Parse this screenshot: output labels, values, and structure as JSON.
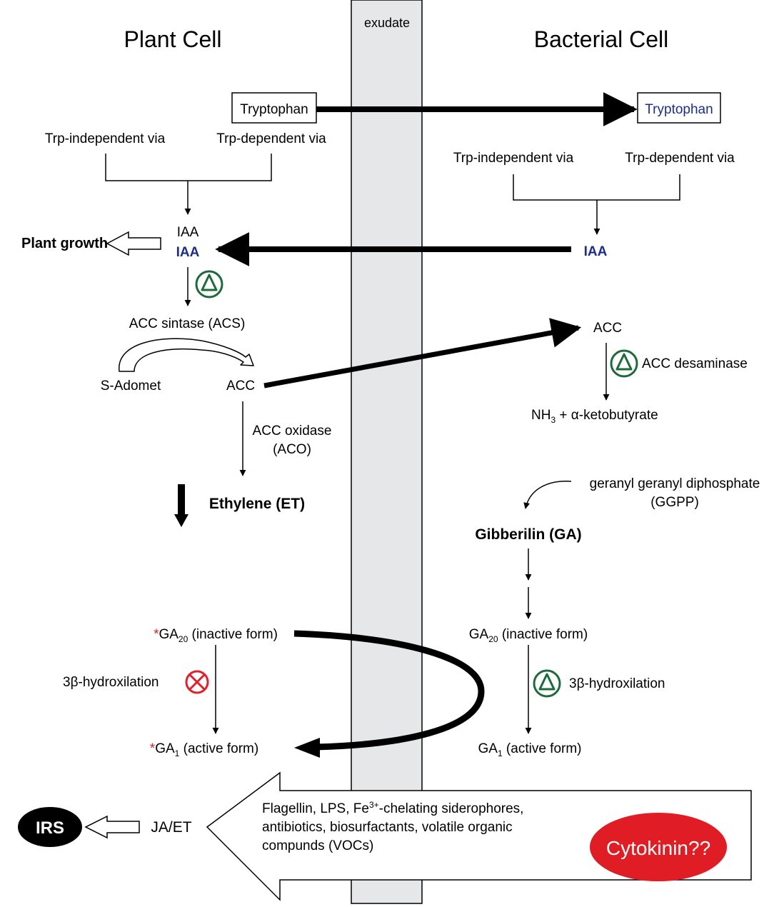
{
  "headers": {
    "plant_cell": "Plant Cell",
    "bacterial_cell": "Bacterial Cell",
    "exudate": "exudate"
  },
  "plant": {
    "tryptophan": "Tryptophan",
    "trp_independent": "Trp-independent via",
    "trp_dependent": "Trp-dependent via",
    "iaa_plant": "IAA",
    "iaa_bacterial_received": "IAA",
    "plant_growth": "Plant growth",
    "acc_sintase": "ACC sintase (ACS)",
    "s_adomet": "S-Adomet",
    "acc": "ACC",
    "acc_oxidase_line1": "ACC oxidase",
    "acc_oxidase_line2": "(ACO)",
    "ethylene": "Ethylene (ET)",
    "ga20_asterisk": "*",
    "ga20_base": "GA",
    "ga20_sub": "20",
    "ga20_suffix": " (inactive form)",
    "hydroxilation": "3β-hydroxilation",
    "ga1_asterisk": "*",
    "ga1_base": "GA",
    "ga1_sub": "1",
    "ga1_suffix": " (active form)",
    "ja_et": "JA/ET",
    "irs": "IRS"
  },
  "bacterial": {
    "tryptophan": "Tryptophan",
    "trp_independent": "Trp-independent via",
    "trp_dependent": "Trp-dependent via",
    "iaa": "IAA",
    "acc": "ACC",
    "acc_desaminase": "ACC desaminase",
    "nh3_base": "NH",
    "nh3_sub": "3",
    "nh3_suffix": " + α-ketobutyrate",
    "ggpp_line1": "geranyl geranyl diphosphate",
    "ggpp_line2": "(GGPP)",
    "gibberilin": "Gibberilin (GA)",
    "ga20_base": "GA",
    "ga20_sub": "20",
    "ga20_suffix": " (inactive form)",
    "hydroxilation": "3β-hydroxilation",
    "ga1_base": "GA",
    "ga1_sub": "1",
    "ga1_suffix": " (active form)",
    "signals_line1_a": "Flagellin, LPS, Fe",
    "signals_line1_sup": "3+",
    "signals_line1_b": "-chelating siderophores,",
    "signals_line2": "antibiotics, biosurfactants, volatile organic",
    "signals_line3": "compunds (VOCs)",
    "cytokinin": "Cytokinin??"
  },
  "colors": {
    "blue_text": "#1c2e8c",
    "green_symbol": "#1e6b3a",
    "red_symbol": "#e0202a",
    "red_asterisk": "#e0202a",
    "cytokinin_fill": "#e01c24",
    "exudate_fill": "#e6e7e9"
  },
  "icons": {
    "promote": "triangle-in-circle-icon",
    "inhibit": "crossed-circle-icon"
  }
}
